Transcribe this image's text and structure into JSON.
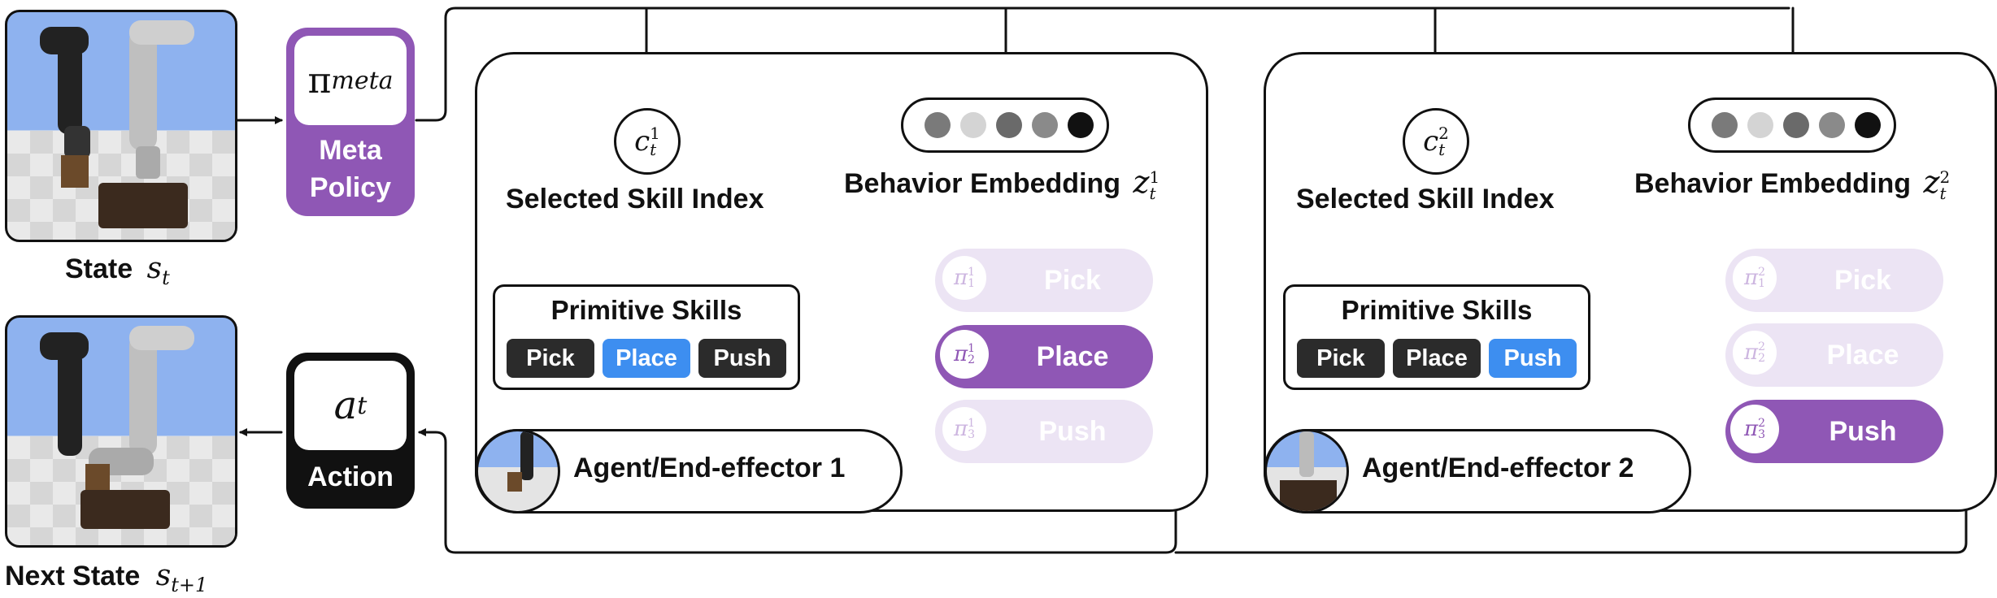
{
  "state": {
    "label": "State",
    "symbol": "s",
    "sub": "t"
  },
  "next_state": {
    "label": "Next State",
    "symbol": "s",
    "sub": "t+1"
  },
  "meta_policy": {
    "symbol": "π",
    "sub": "meta",
    "line1": "Meta",
    "line2": "Policy"
  },
  "action": {
    "symbol": "a",
    "sub": "t",
    "label": "Action"
  },
  "agents": [
    {
      "skill_index_symbol": "c",
      "skill_index_sup": "1",
      "skill_index_sub": "t",
      "skill_index_label": "Selected Skill Index",
      "embedding_label": "Behavior Embedding",
      "embedding_symbol": "z",
      "embedding_sup": "1",
      "embedding_sub": "t",
      "primitive_title": "Primitive Skills",
      "primitives": [
        "Pick",
        "Place",
        "Push"
      ],
      "selected_primitive": "Place",
      "policies": [
        {
          "symbol": "π",
          "sup": "1",
          "sub": "1",
          "label": "Pick",
          "active": false
        },
        {
          "symbol": "π",
          "sup": "1",
          "sub": "2",
          "label": "Place",
          "active": true
        },
        {
          "symbol": "π",
          "sup": "1",
          "sub": "3",
          "label": "Push",
          "active": false
        }
      ],
      "agent_label": "Agent/End-effector 1"
    },
    {
      "skill_index_symbol": "c",
      "skill_index_sup": "2",
      "skill_index_sub": "t",
      "skill_index_label": "Selected Skill Index",
      "embedding_label": "Behavior Embedding",
      "embedding_symbol": "z",
      "embedding_sup": "2",
      "embedding_sub": "t",
      "primitive_title": "Primitive Skills",
      "primitives": [
        "Pick",
        "Place",
        "Push"
      ],
      "selected_primitive": "Push",
      "policies": [
        {
          "symbol": "π",
          "sup": "2",
          "sub": "1",
          "label": "Pick",
          "active": false
        },
        {
          "symbol": "π",
          "sup": "2",
          "sub": "2",
          "label": "Place",
          "active": false
        },
        {
          "symbol": "π",
          "sup": "2",
          "sub": "3",
          "label": "Push",
          "active": true
        }
      ],
      "agent_label": "Agent/End-effector 2"
    }
  ],
  "colors": {
    "purple": "#8f57b5",
    "purple_faint": "#ece4f4",
    "primitive_dark": "#2b2b2b",
    "primitive_selected": "#3d8ef0",
    "embedding_dots": [
      "#7a7a7a",
      "#d4d4d4",
      "#6a6a6a",
      "#8a8a8a",
      "#111111"
    ]
  }
}
